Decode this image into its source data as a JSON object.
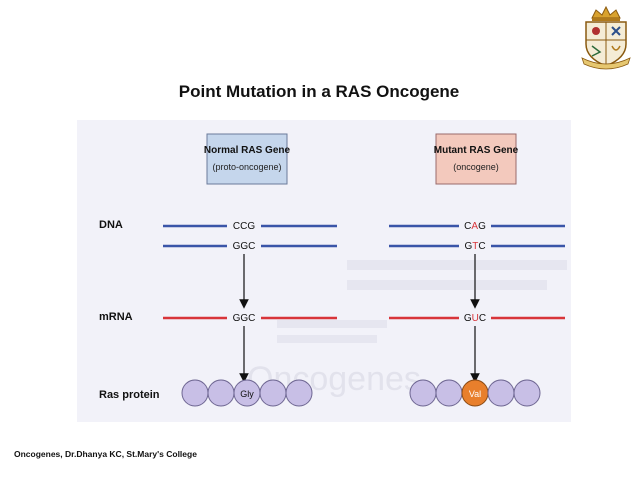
{
  "slide": {
    "title": "Point Mutation in a RAS Oncogene",
    "footer": "Oncogenes, Dr.Dhanya KC, St.Mary's College"
  },
  "figure": {
    "row_labels": {
      "dna": "DNA",
      "mrna": "mRNA",
      "protein": "Ras protein"
    },
    "normal": {
      "box_title": "Normal RAS Gene",
      "box_subtitle": "(proto-oncogene)",
      "dna_top": "CCG",
      "dna_bottom": "GGC",
      "mrna": "GGC",
      "amino_acid": "Gly"
    },
    "mutant": {
      "box_title": "Mutant RAS Gene",
      "box_subtitle": "(oncogene)",
      "dna_top_prefix": "C",
      "dna_top_mut": "A",
      "dna_top_suffix": "G",
      "dna_bottom_prefix": "G",
      "dna_bottom_mut": "T",
      "dna_bottom_suffix": "C",
      "mrna_prefix": "G",
      "mrna_mut": "U",
      "mrna_suffix": "C",
      "amino_acid": "Val"
    },
    "background_words": "Oncogenes"
  },
  "colors": {
    "dna_line": "#3a55a8",
    "mrna_line": "#d8353a",
    "mutation_text": "#d8353a",
    "normal_box": "#c5d6ec",
    "mutant_box": "#f3c9bd",
    "protein_bead": "#c8bfe6",
    "mutant_bead": "#e87f2c"
  },
  "logo": {
    "icon": "college-crest-icon"
  }
}
